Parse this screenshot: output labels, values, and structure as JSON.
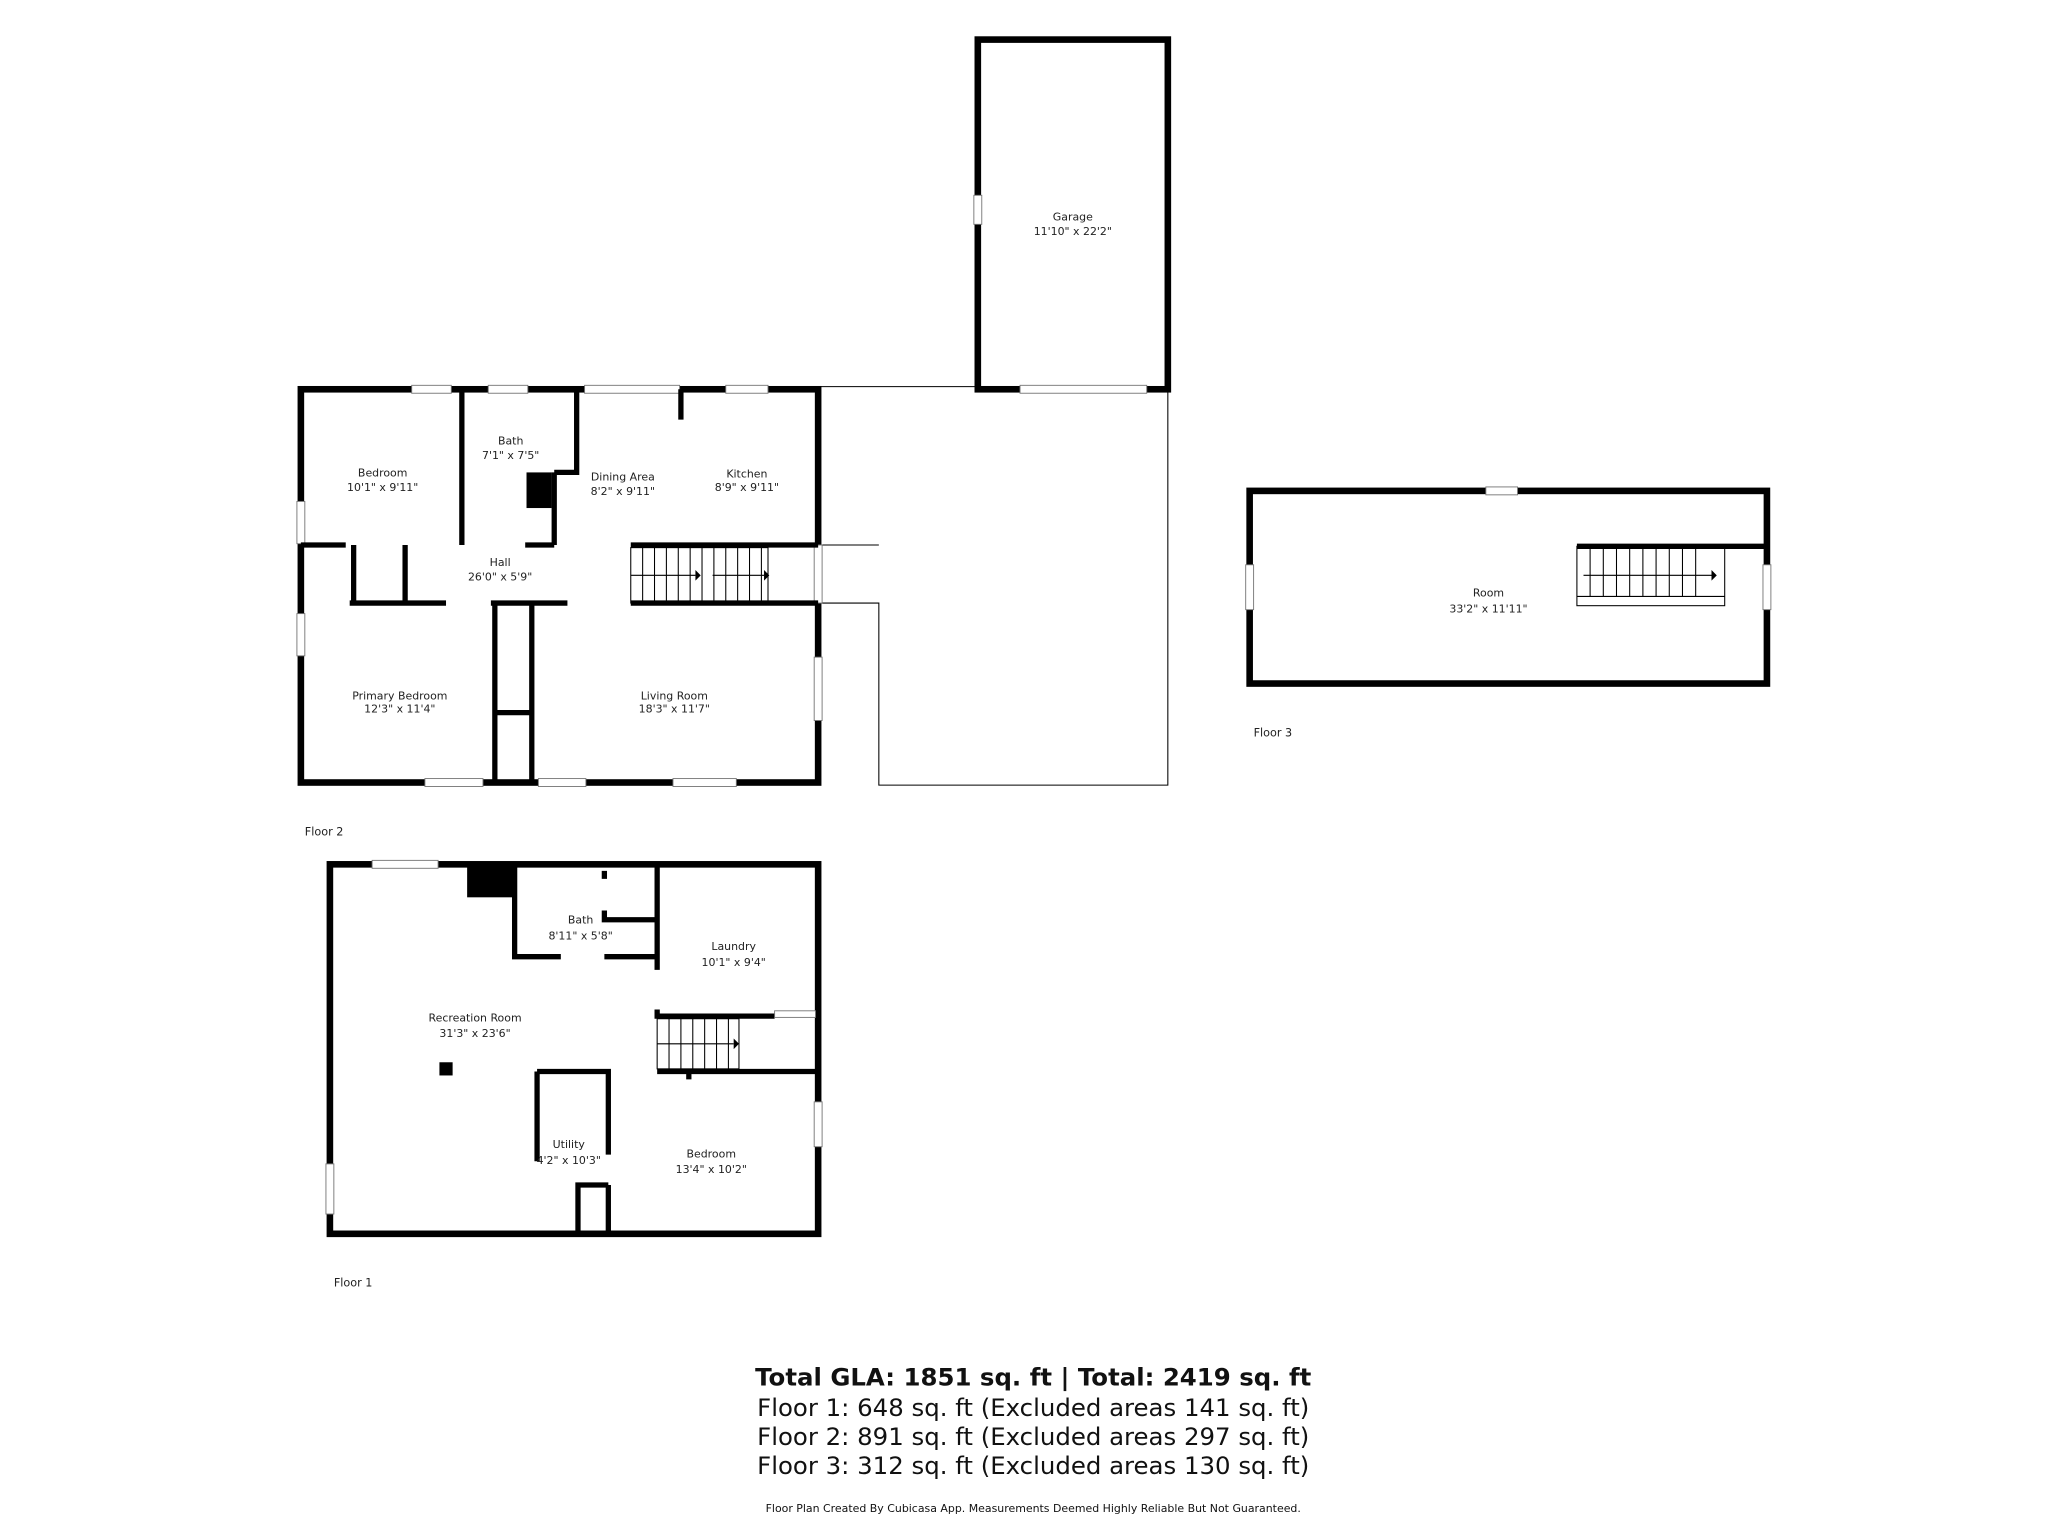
{
  "floor2": {
    "label": "Floor 2",
    "rooms": [
      {
        "name": "Garage",
        "dims": "11'10\" x 22'2\""
      },
      {
        "name": "Bedroom",
        "dims": "10'1\" x 9'11\""
      },
      {
        "name": "Bath",
        "dims": "7'1\" x 7'5\""
      },
      {
        "name": "Dining Area",
        "dims": "8'2\" x 9'11\""
      },
      {
        "name": "Kitchen",
        "dims": "8'9\" x 9'11\""
      },
      {
        "name": "Hall",
        "dims": "26'0\" x 5'9\""
      },
      {
        "name": "Primary Bedroom",
        "dims": "12'3\" x 11'4\""
      },
      {
        "name": "Living Room",
        "dims": "18'3\" x 11'7\""
      }
    ]
  },
  "floor3": {
    "label": "Floor 3",
    "rooms": [
      {
        "name": "Room",
        "dims": "33'2\" x 11'11\""
      }
    ]
  },
  "floor1": {
    "label": "Floor 1",
    "rooms": [
      {
        "name": "Recreation Room",
        "dims": "31'3\" x 23'6\""
      },
      {
        "name": "Bath",
        "dims": "8'11\" x 5'8\""
      },
      {
        "name": "Laundry",
        "dims": "10'1\" x 9'4\""
      },
      {
        "name": "Utility",
        "dims": "4'2\" x 10'3\""
      },
      {
        "name": "Bedroom",
        "dims": "13'4\" x 10'2\""
      }
    ]
  },
  "summary": {
    "total": "Total GLA: 1851 sq. ft | Total: 2419 sq. ft",
    "floors": [
      "Floor 1: 648 sq. ft (Excluded areas 141 sq. ft)",
      "Floor 2: 891 sq. ft (Excluded areas 297 sq. ft)",
      "Floor 3: 312 sq. ft (Excluded areas 130 sq. ft)"
    ],
    "disclaimer": "Floor Plan Created By Cubicasa App. Measurements Deemed Highly Reliable But Not Guaranteed."
  }
}
